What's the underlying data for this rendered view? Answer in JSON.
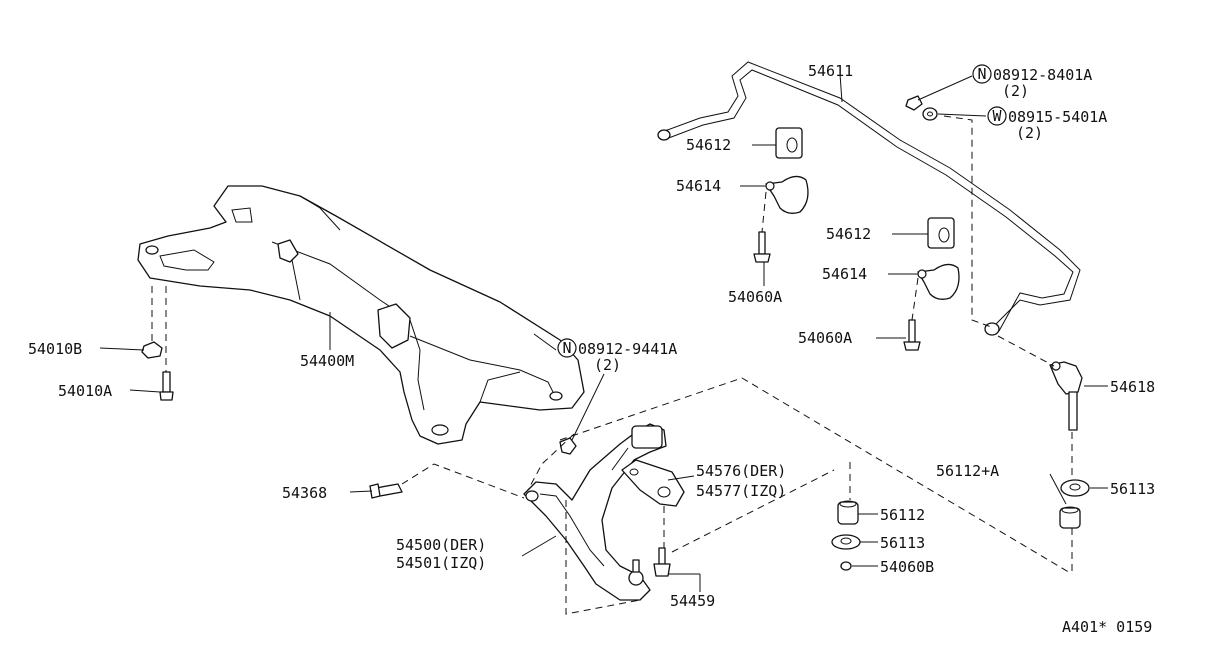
{
  "parts": {
    "p54611": "54611",
    "p54612a": "54612",
    "p54614a": "54614",
    "p54060a_1": "54060A",
    "p54612b": "54612",
    "p54614b": "54614",
    "p54060a_2": "54060A",
    "p54618": "54618",
    "n_08912_8401a": "08912-8401A",
    "n_08912_8401a_qty": "(2)",
    "w_08915_5401a": "08915-5401A",
    "w_08915_5401a_qty": "(2)",
    "p54010b": "54010B",
    "p54010a": "54010A",
    "p54400m": "54400M",
    "n_08912_9441a": "08912-9441A",
    "n_08912_9441a_qty": "(2)",
    "p54368": "54368",
    "p54576": "54576(DER)",
    "p54577": "54577(IZQ)",
    "p54500": "54500(DER)",
    "p54501": "54501(IZQ)",
    "p54459": "54459",
    "p56112a": "56112+A",
    "p56113a": "56113",
    "p56112": "56112",
    "p56113b": "56113",
    "p54060b": "54060B"
  },
  "markers": {
    "nut_symbol": "N",
    "washer_symbol": "W"
  },
  "footer": {
    "diagram_code": "A401* 0159"
  }
}
